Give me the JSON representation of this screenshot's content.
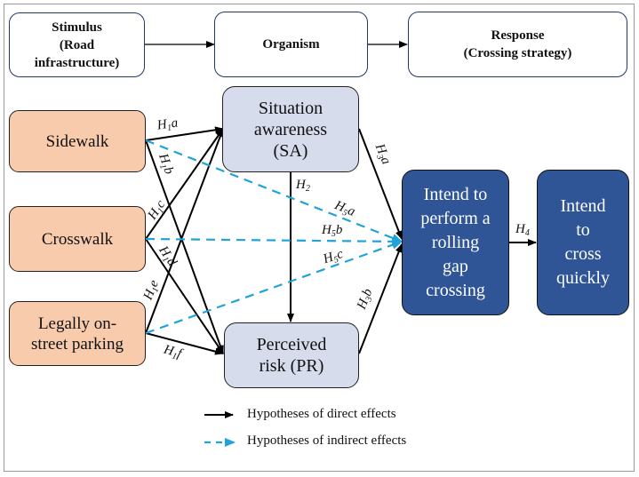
{
  "header_flow": {
    "stimulus": "Stimulus\n(Road\ninfrastructure)",
    "organism": "Organism",
    "response": "Response\n(Crossing strategy)"
  },
  "nodes": {
    "sidewalk": "Sidewalk",
    "crosswalk": "Crosswalk",
    "parking": "Legally on-\nstreet parking",
    "sa": "Situation\nawareness\n(SA)",
    "pr": "Perceived\nrisk (PR)",
    "rolling_gap": "Intend to\nperform a\nrolling\ngap\ncrossing",
    "cross_quickly": "Intend\nto\ncross\nquickly"
  },
  "hypotheses": {
    "h1a": {
      "main": "H",
      "sub": "1",
      "suffix": "a"
    },
    "h1b": {
      "main": "H",
      "sub": "1",
      "suffix": "b"
    },
    "h1c": {
      "main": "H",
      "sub": "1",
      "suffix": "c"
    },
    "h1d": {
      "main": "H",
      "sub": "1",
      "suffix": "d"
    },
    "h1e": {
      "main": "H",
      "sub": "1",
      "suffix": "e"
    },
    "h1f": {
      "main": "H",
      "sub": "1",
      "suffix": "f"
    },
    "h2": {
      "main": "H",
      "sub": "2",
      "suffix": ""
    },
    "h3a": {
      "main": "H",
      "sub": "3",
      "suffix": "a"
    },
    "h3b": {
      "main": "H",
      "sub": "3",
      "suffix": "b"
    },
    "h4": {
      "main": "H",
      "sub": "4",
      "suffix": ""
    },
    "h5a": {
      "main": "H",
      "sub": "5",
      "suffix": "a"
    },
    "h5b": {
      "main": "H",
      "sub": "5",
      "suffix": "b"
    },
    "h5c": {
      "main": "H",
      "sub": "5",
      "suffix": "c"
    }
  },
  "legend": {
    "direct": "Hypotheses of direct effects",
    "indirect": "Hypotheses of indirect effects"
  },
  "colors": {
    "direct_arrow": "#000000",
    "indirect_arrow": "#1fa3dc",
    "source_fill": "#f8cbad",
    "mediator_fill": "#d6dcec",
    "outcome_fill": "#2f5597",
    "header_border": "#1f3864"
  }
}
